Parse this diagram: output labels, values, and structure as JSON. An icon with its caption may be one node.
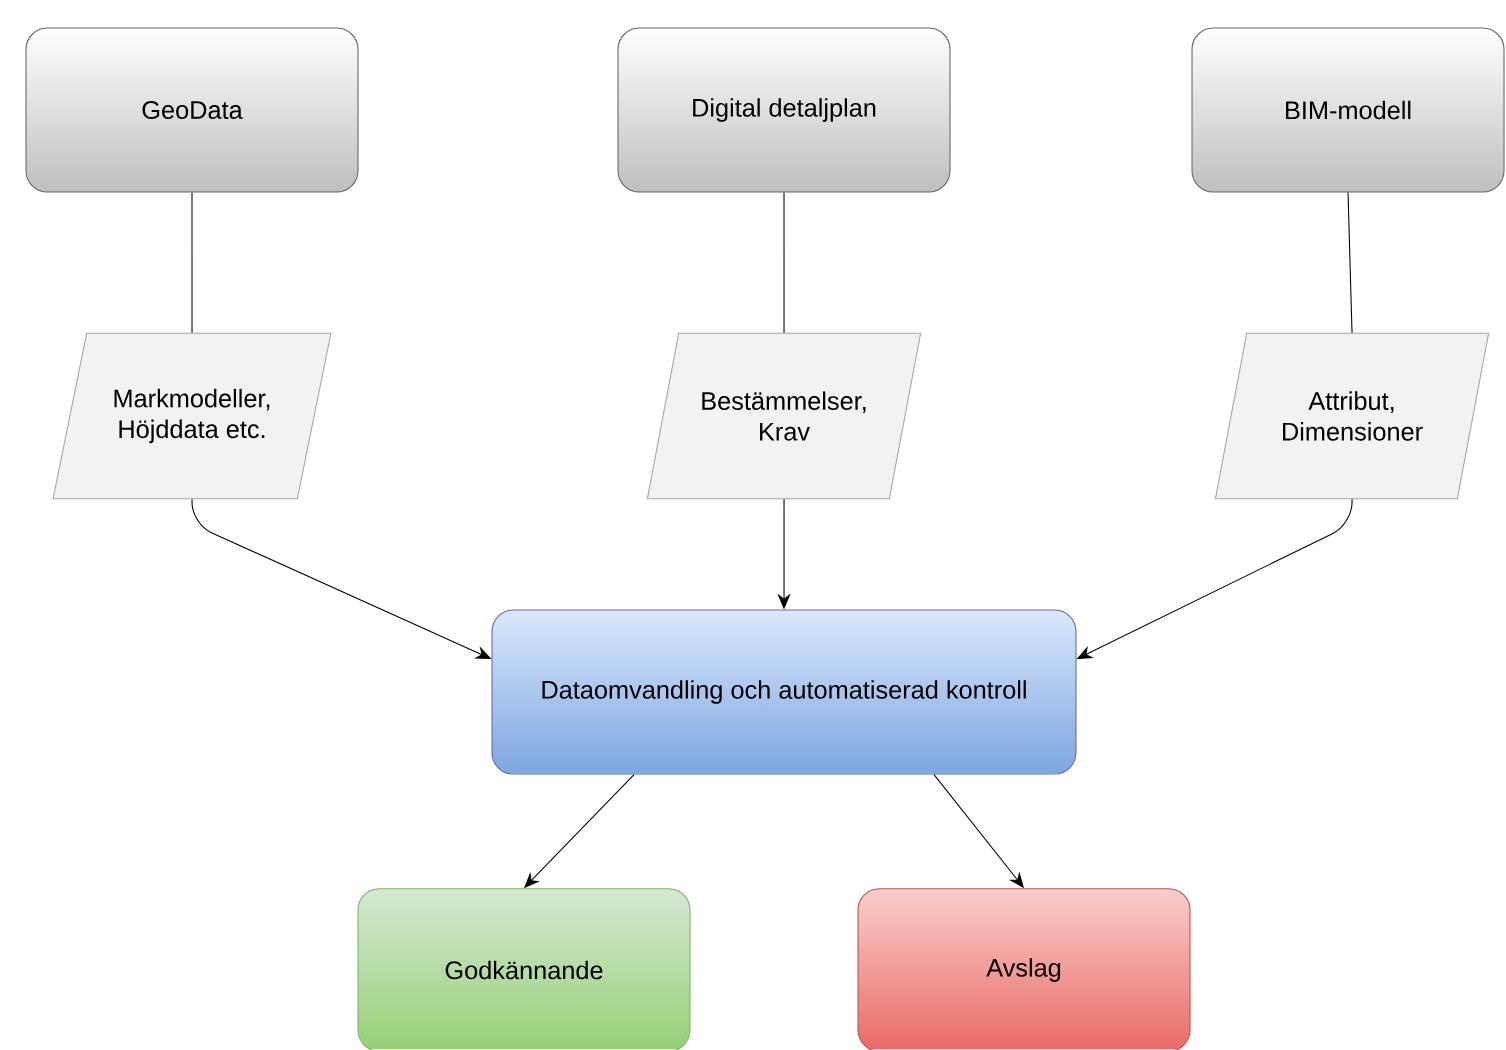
{
  "diagram": {
    "nodes": [
      {
        "text": [
          "GeoData"
        ]
      },
      {
        "text": [
          "Digital detaljplan"
        ]
      },
      {
        "text": [
          "BIM-modell"
        ]
      },
      {
        "text": [
          "Markmodeller, Höjddata etc."
        ]
      },
      {
        "text": [
          "Bestämmelser, Krav"
        ]
      },
      {
        "text": [
          "Attribut, Dimensioner"
        ]
      },
      {
        "text": [
          "Dataomvandling och automatiserad kontroll"
        ]
      },
      {
        "text": [
          "Godkännande"
        ]
      },
      {
        "text": [
          "Avslag"
        ]
      }
    ],
    "edges": [
      {
        "from": 0,
        "to": 3,
        "arrow": "none"
      },
      {
        "from": 1,
        "to": 4,
        "arrow": "none"
      },
      {
        "from": 2,
        "to": 5,
        "arrow": "none"
      },
      {
        "from": 3,
        "to": 6,
        "arrow": "to"
      },
      {
        "from": 4,
        "to": 6,
        "arrow": "to"
      },
      {
        "from": 5,
        "to": 6,
        "arrow": "to"
      },
      {
        "from": 6,
        "to": 7,
        "arrow": "to"
      },
      {
        "from": 6,
        "to": 8,
        "arrow": "to"
      }
    ]
  }
}
